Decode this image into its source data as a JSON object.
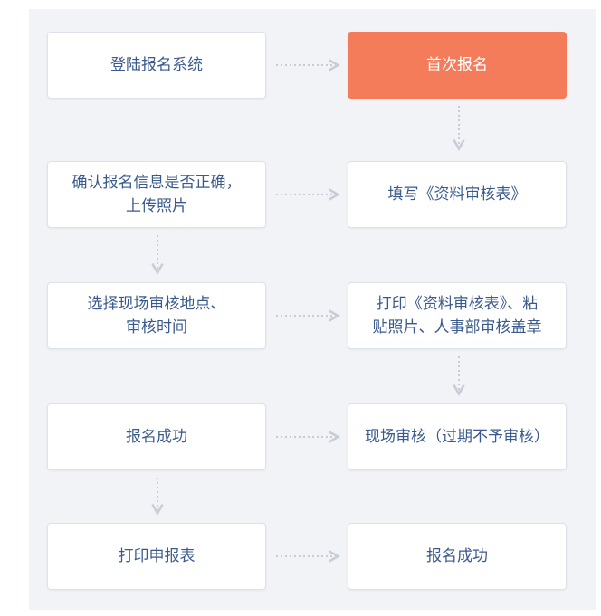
{
  "flow": {
    "login": "登陆报名系统",
    "first_signup": "首次报名",
    "confirm_info": "确认报名信息是否正确，\n上传照片",
    "fill_form": "填写《资料审核表》",
    "choose_site": "选择现场审核地点、\n审核时间",
    "print_form": "打印《资料审核表》、粘\n贴照片、人事部审核盖章",
    "signup_success_left": "报名成功",
    "onsite_review": "现场审核（过期不予审核）",
    "print_application": "打印申报表",
    "signup_success_right": "报名成功"
  },
  "colors": {
    "box_text": "#3a5a8c",
    "accent": "#f47c5a",
    "arrow": "#c7ccd6"
  }
}
